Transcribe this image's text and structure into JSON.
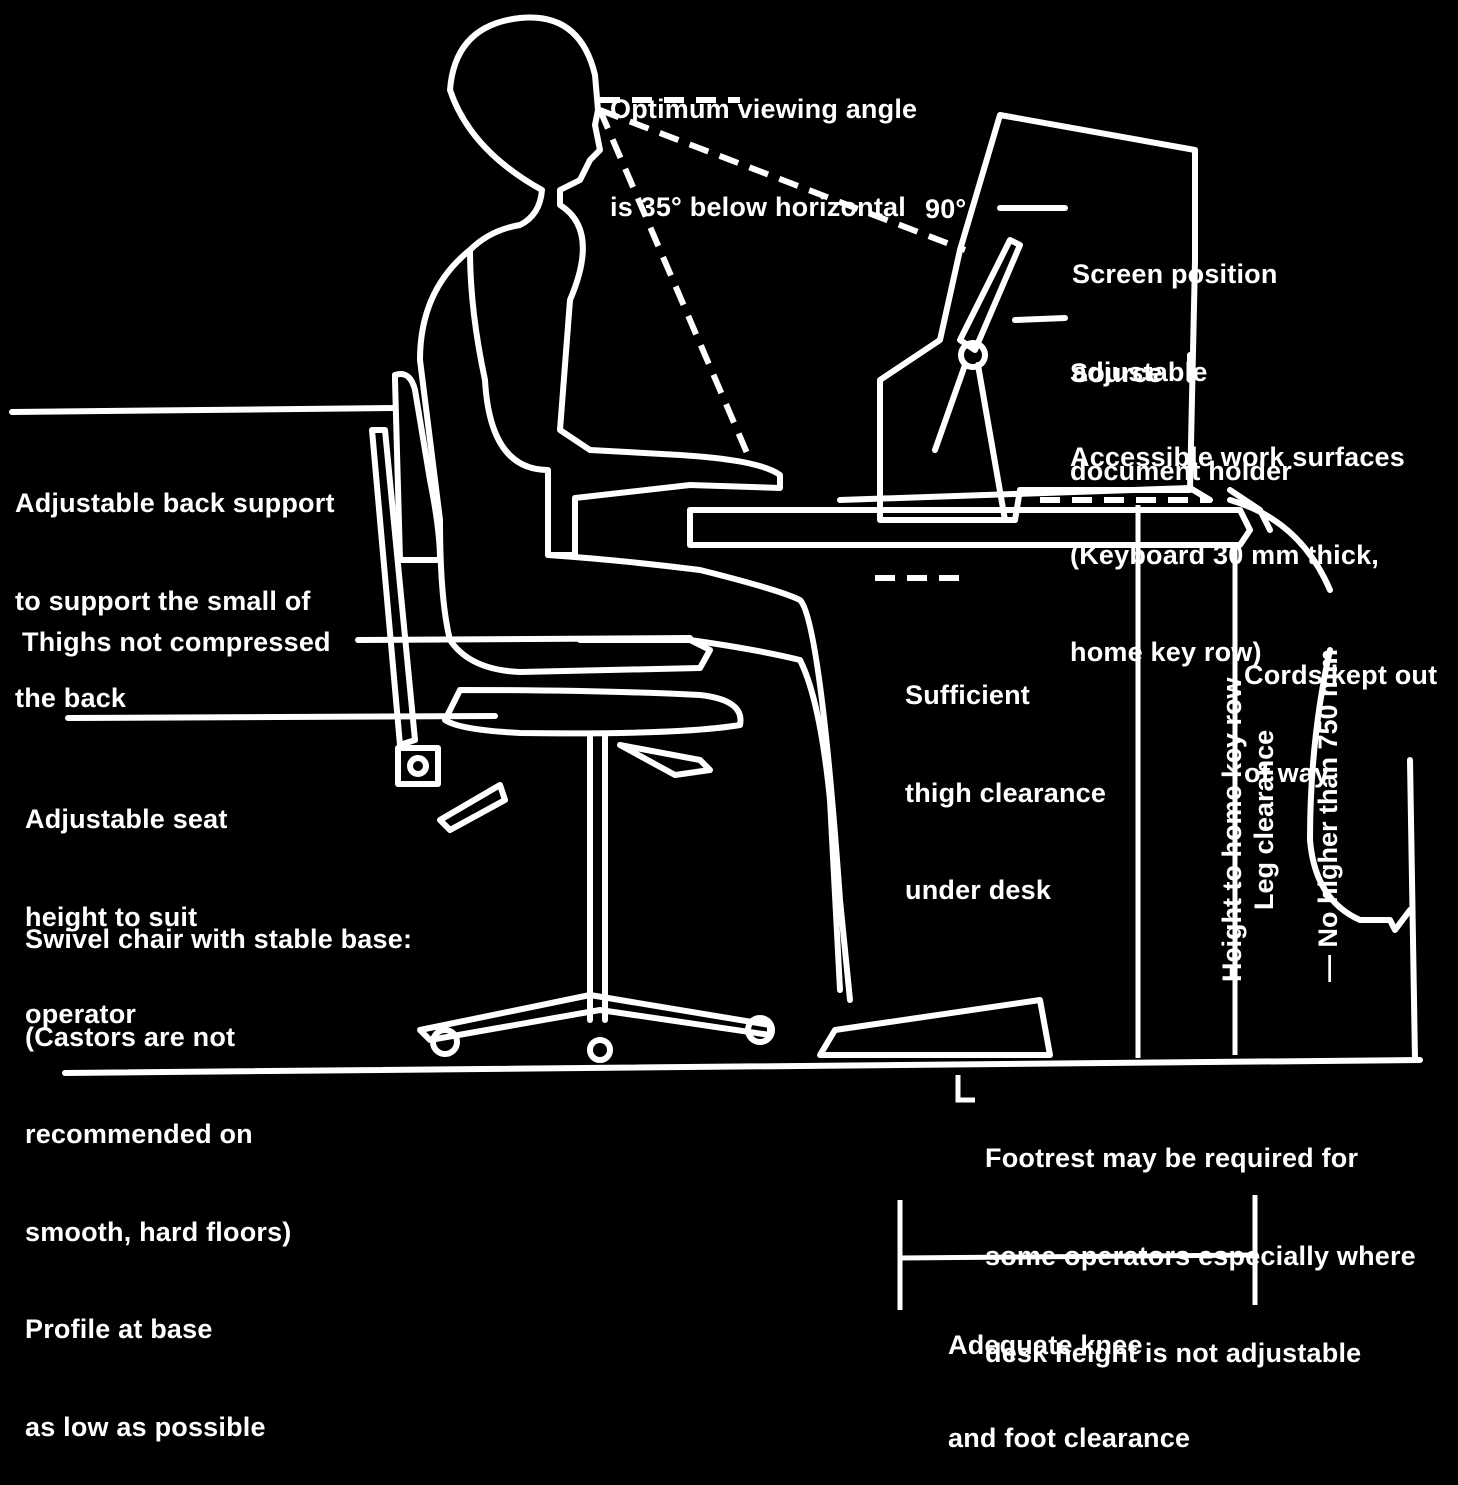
{
  "colors": {
    "background": "#000000",
    "ink": "#ffffff"
  },
  "labels": {
    "viewing_angle": [
      "Optimum viewing angle",
      "is 35° below horizontal"
    ],
    "ninety_degrees": "90°",
    "screen_position": [
      "Screen position",
      "adjustable"
    ],
    "document_holder": [
      "Source",
      "document holder"
    ],
    "work_surfaces": [
      "Accessible work surfaces",
      "(Keyboard 30 mm thick,",
      "home key row)"
    ],
    "back_support": [
      "Adjustable back support",
      "to support the small of",
      "the back"
    ],
    "thighs": "Thighs not compressed",
    "seat_height": [
      "Adjustable seat",
      "height to suit",
      "operator"
    ],
    "swivel_chair": [
      "Swivel chair with stable base:",
      "(Castors are not",
      "recommended on",
      "smooth, hard floors)",
      "Profile at base",
      "as low as possible"
    ],
    "thigh_clearance": [
      "Sufficient",
      "thigh clearance",
      "under desk"
    ],
    "cords": [
      "Cords kept out",
      "of way"
    ],
    "home_key_height": [
      "Height to home key row",
      "— No higher than 750 mm"
    ],
    "leg_clearance": "Leg clearance",
    "footrest": [
      "Footrest may be required for",
      "some operators especially where",
      "desk height is not adjustable"
    ],
    "knee_clearance": [
      "Adequate knee",
      "and foot clearance"
    ]
  }
}
